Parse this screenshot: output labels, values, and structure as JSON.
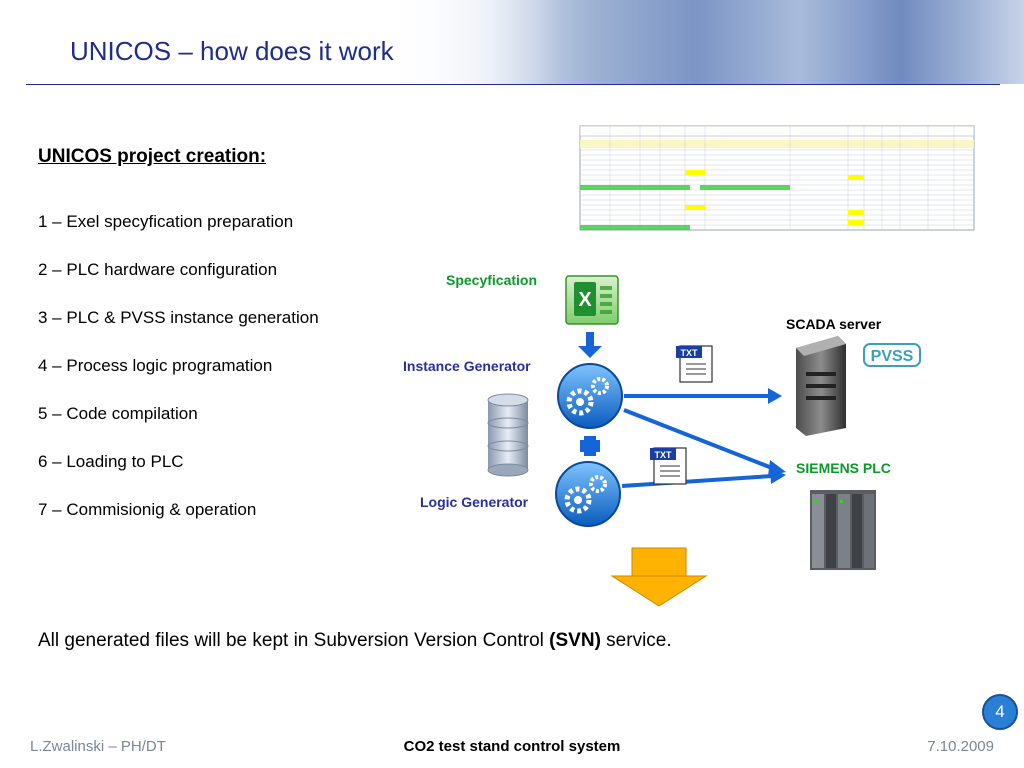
{
  "header": {
    "title": "UNICOS – how does it work"
  },
  "left": {
    "subhead": "UNICOS project creation:",
    "steps": [
      "1 – Exel specyfication preparation",
      "2 – PLC hardware configuration",
      "3 – PLC & PVSS instance generation",
      "4 – Process logic programation",
      "5 – Code compilation",
      "6 – Loading to PLC",
      "7 – Commisionig & operation"
    ]
  },
  "diagram": {
    "specification_label": "Specyfication",
    "instance_generator_label": "Instance Generator",
    "logic_generator_label": "Logic Generator",
    "scada_label": "SCADA server",
    "plc_label": "SIEMENS PLC",
    "pvss_logo_text": "PVSS",
    "txt_icon_text": "TXT",
    "colors": {
      "green_label": "#0a9a2a",
      "blue_label": "#2a2f9a",
      "arrow_blue": "#1565d8",
      "arrow_orange": "#ffb300"
    }
  },
  "svn": {
    "prefix": "All generated files will be kept in Subversion Version Control ",
    "bold": "(SVN)",
    "suffix": " service."
  },
  "footer": {
    "author": "L.Zwalinski – PH/DT",
    "title": "CO2 test stand control system",
    "date": "7.10.2009",
    "page": "4"
  }
}
